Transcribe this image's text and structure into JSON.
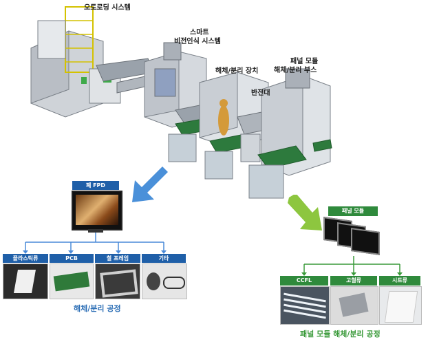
{
  "machine_labels": {
    "autoloading": "오토로딩 시스템",
    "smart_vision_line1": "스마트",
    "smart_vision_line2": "비전인식 시스템",
    "dismantle_device": "해체/분리 장치",
    "transfer_table": "반전대",
    "panel_module_line1": "패널 모듈",
    "panel_module_line2": "해체/분리 부스"
  },
  "left_tree": {
    "root": "폐 FPD",
    "children": [
      "플라스틱류",
      "PCB",
      "철 프레임",
      "기타"
    ],
    "caption": "해체/분리 공정"
  },
  "right_tree": {
    "root": "패널 모듈",
    "children": [
      "CCFL",
      "고철류",
      "시트류"
    ],
    "caption": "패널 모듈 해체/분리 공정"
  },
  "colors": {
    "blue_header": "#1f5fa8",
    "green_header": "#2f8a3c",
    "blue_arrow": "#4a90d9",
    "green_arrow": "#8dc63f",
    "left_caption": "#2a6db5",
    "right_caption": "#3a9a3a"
  }
}
